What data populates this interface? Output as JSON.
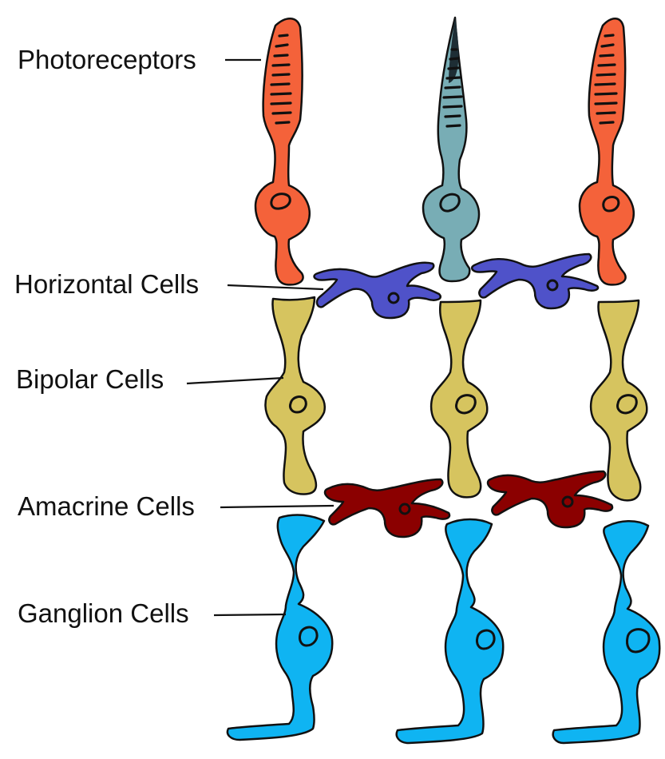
{
  "labels": {
    "photoreceptors": "Photoreceptors",
    "horizontal": "Horizontal Cells",
    "bipolar": "Bipolar Cells",
    "amacrine": "Amacrine Cells",
    "ganglion": "Ganglion Cells"
  },
  "colors": {
    "rod": "#f4623a",
    "cone": "#78adb5",
    "horizontal": "#4f52c9",
    "bipolar": "#d6c45f",
    "amacrine": "#8b0000",
    "ganglion": "#0fb4f2",
    "outline": "#111111"
  }
}
